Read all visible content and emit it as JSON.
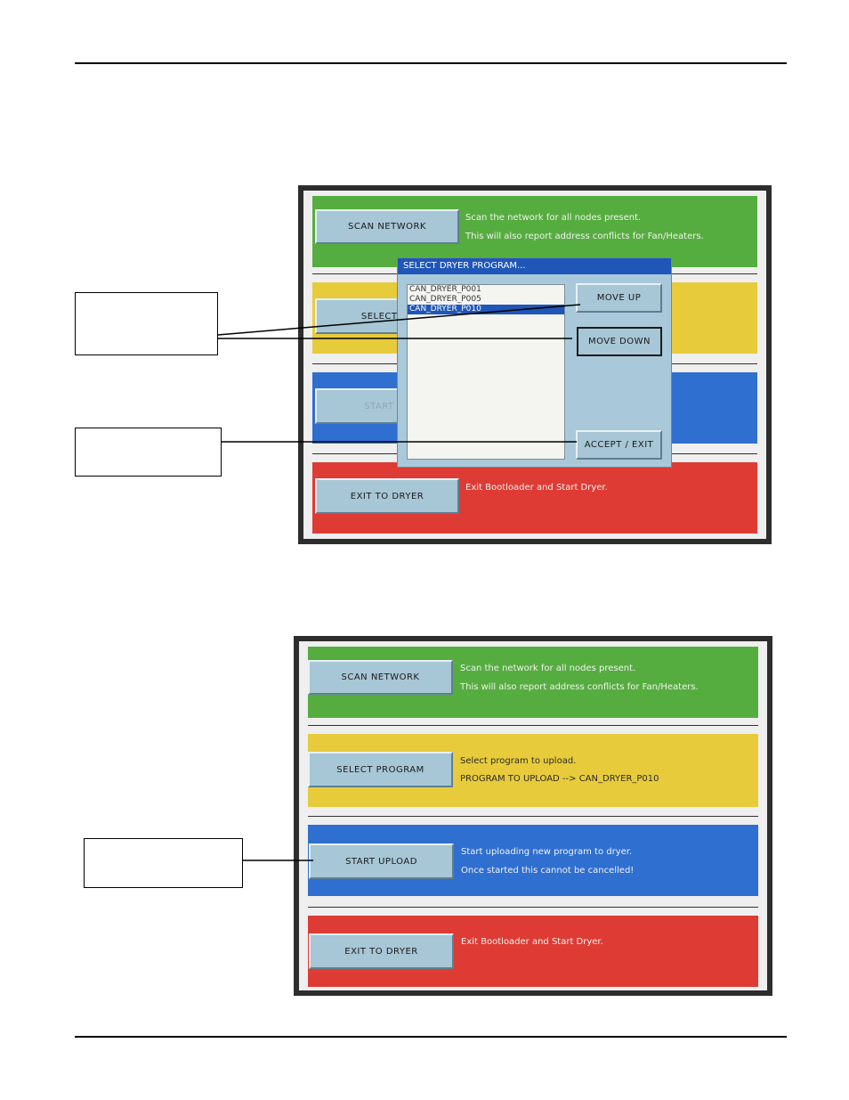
{
  "screen1": {
    "scan_network": {
      "label": "SCAN NETWORK",
      "desc1": "Scan the network for all nodes present.",
      "desc2": "This will also report address conflicts for Fan/Heaters."
    },
    "select_program": {
      "label": "SELECT PR"
    },
    "start_upload": {
      "label": "START UP"
    },
    "exit_to_dryer": {
      "label": "EXIT TO DRYER",
      "desc1": "Exit Bootloader and Start Dryer."
    },
    "dialog": {
      "title": "SELECT DRYER PROGRAM...",
      "items": [
        "CAN_DRYER_P001",
        "CAN_DRYER_P005",
        "CAN_DRYER_P010"
      ],
      "move_up": "MOVE UP",
      "move_down": "MOVE DOWN",
      "accept_exit": "ACCEPT / EXIT"
    }
  },
  "screen2": {
    "scan_network": {
      "label": "SCAN NETWORK",
      "desc1": "Scan the network for all nodes present.",
      "desc2": "This will also report address conflicts for Fan/Heaters."
    },
    "select_program": {
      "label": "SELECT PROGRAM",
      "desc1": "Select program to upload.",
      "desc2": "PROGRAM TO UPLOAD --> CAN_DRYER_P010"
    },
    "start_upload": {
      "label": "START UPLOAD",
      "desc1": "Start uploading new program to dryer.",
      "desc2": "Once started this cannot be cancelled!"
    },
    "exit_to_dryer": {
      "label": "EXIT TO DRYER",
      "desc1": "Exit Bootloader and Start Dryer."
    }
  }
}
